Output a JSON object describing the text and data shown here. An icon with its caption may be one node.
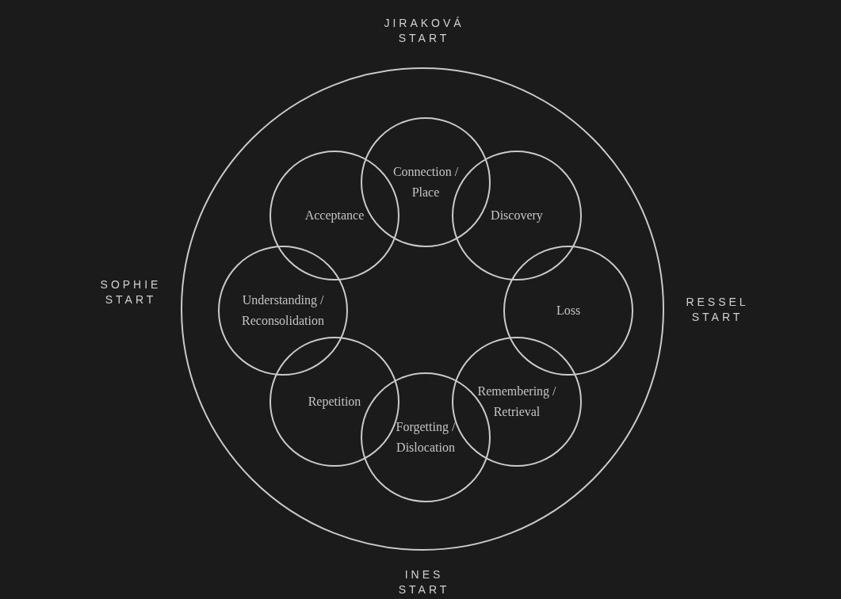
{
  "diagram": {
    "nodes": [
      {
        "text": [],
        "shape": "circle"
      },
      {
        "text": [
          "Connection / Place"
        ],
        "in": 0
      },
      {
        "text": [
          "Discovery"
        ],
        "in": 0
      },
      {
        "text": [
          "Loss"
        ],
        "in": 0
      },
      {
        "text": [
          "Remembering / Retrieval"
        ],
        "in": 0
      },
      {
        "text": [
          "Forgetting / Dislocation"
        ],
        "in": 0
      },
      {
        "text": [
          "Repetition"
        ],
        "in": 0
      },
      {
        "text": [
          "Understanding / Reconsolidation"
        ],
        "in": 0
      },
      {
        "text": [
          "Acceptance"
        ],
        "in": 0
      }
    ],
    "labels": [
      "JIRAKOVÁ START",
      "SOPHIE START",
      "RESSEL START",
      "INES START"
    ]
  }
}
